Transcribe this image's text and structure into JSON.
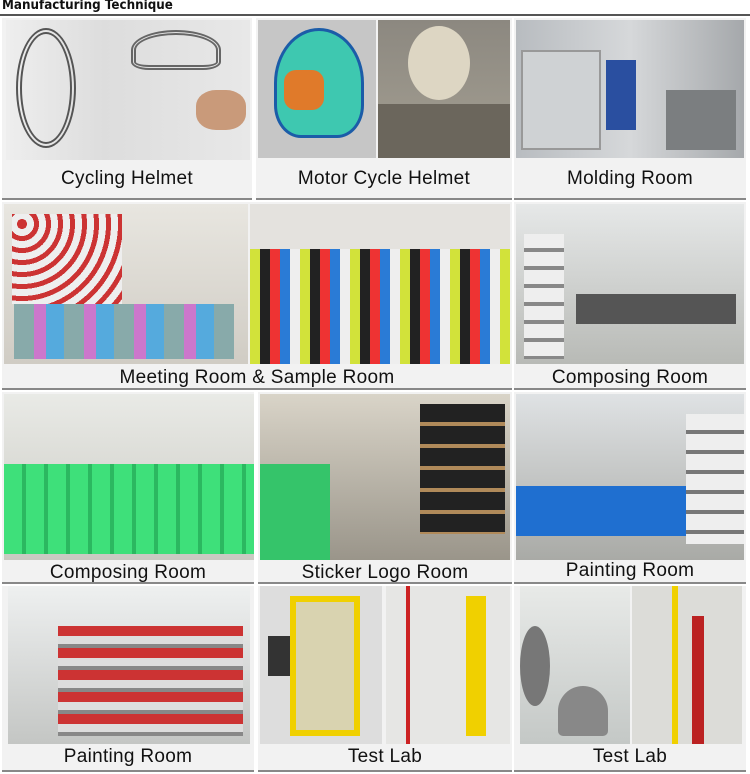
{
  "header": {
    "title": "Manufacturing Technique"
  },
  "sections": [
    {
      "caption": "Cycling Helmet"
    },
    {
      "caption": "Motor Cycle Helmet"
    },
    {
      "caption": "Molding Room"
    },
    {
      "caption": "Meeting Room & Sample Room"
    },
    {
      "caption": "Composing Room"
    },
    {
      "caption": "Composing Room"
    },
    {
      "caption": "Sticker Logo Room"
    },
    {
      "caption": "Painting Room"
    },
    {
      "caption": "Painting Room"
    },
    {
      "caption": "Test Lab"
    },
    {
      "caption": "Test Lab"
    }
  ]
}
